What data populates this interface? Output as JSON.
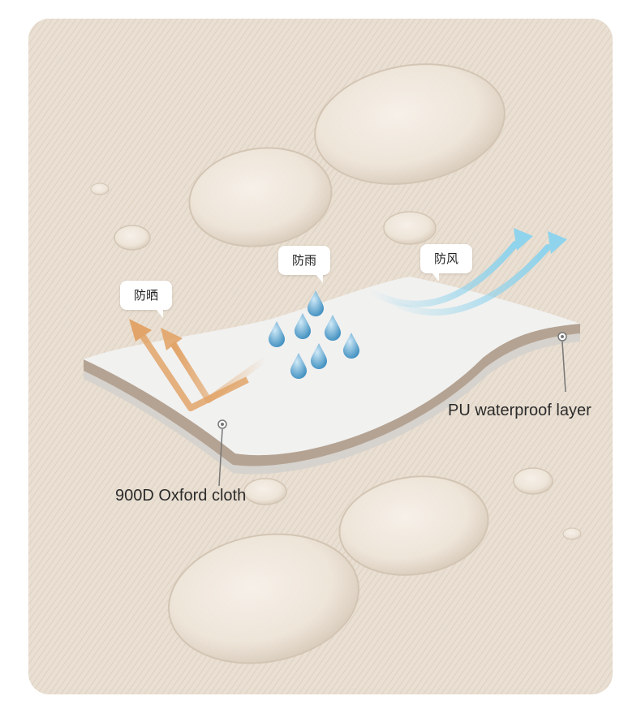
{
  "badges": {
    "sun": "防晒",
    "rain": "防雨",
    "wind": "防风"
  },
  "layers": {
    "top": "PU waterproof layer",
    "bottom": "900D Oxford cloth"
  },
  "colors": {
    "background": "#e8ddd0",
    "sheet": "#f1f1f0",
    "sheet_edge": "#b4a393",
    "sun_arrow": "#e2a468",
    "wind_arrow": "#8fd3ec",
    "water_drop": "#5aa9d1"
  }
}
